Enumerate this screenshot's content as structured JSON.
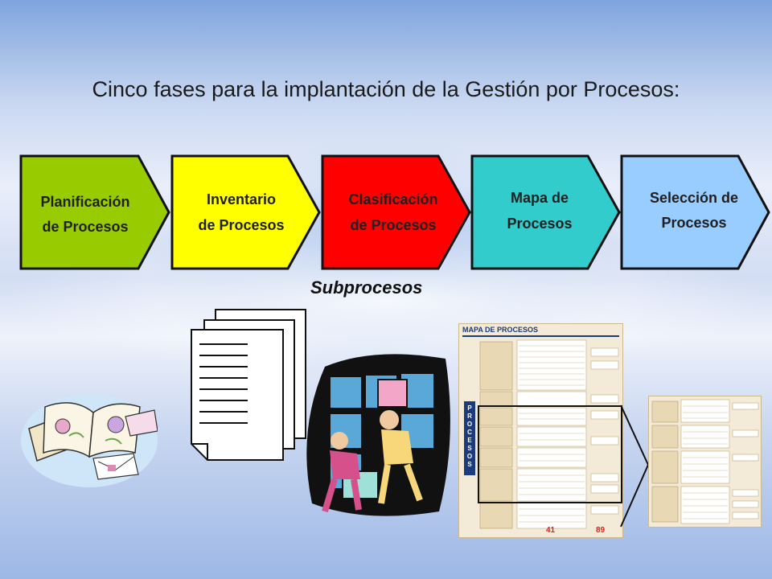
{
  "title": "Cinco fases para la implantación de la Gestión por Procesos:",
  "phases": [
    {
      "line1": "Planificación",
      "line2": "de Procesos",
      "color": "#99cc00"
    },
    {
      "line1": "Inventario",
      "line2": "de Procesos",
      "color": "#ffff00"
    },
    {
      "line1": "Clasificación",
      "line2": "de Procesos",
      "color": "#ff0000"
    },
    {
      "line1": "Mapa de",
      "line2": "Procesos",
      "color": "#33cccc"
    },
    {
      "line1": "Selección de",
      "line2": "Procesos",
      "color": "#99ccff"
    }
  ],
  "subprocesos": "Subprocesos",
  "map": {
    "title": "MAPA DE PROCESOS",
    "vertical_label": "PROCESOS",
    "count_left": "41",
    "count_right": "89"
  }
}
